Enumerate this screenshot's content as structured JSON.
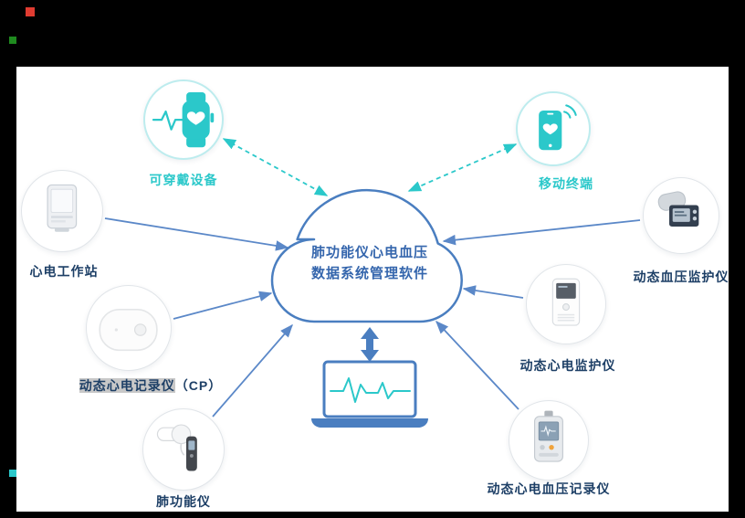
{
  "cloud": {
    "line1": "肺功能仪心电血压",
    "line2": "数据系统管理软件"
  },
  "nodes": {
    "wearable": {
      "label": "可穿戴设备"
    },
    "mobile": {
      "label": "移动终端"
    },
    "ecg_workstation": {
      "label": "心电工作站"
    },
    "holter_recorder": {
      "label_main": "动态心电记录仪",
      "label_suffix": "（CP）"
    },
    "spirometer": {
      "label": "肺功能仪"
    },
    "abp_monitor": {
      "label": "动态血压监护仪"
    },
    "holter_monitor": {
      "label": "动态心电监护仪"
    },
    "ecg_bp_recorder": {
      "label": "动态心电血压记录仪"
    }
  },
  "icons": {
    "wearable": "smartwatch-icon",
    "mobile": "smartphone-icon",
    "center": "cloud-icon",
    "bottom": "laptop-icon"
  },
  "colors": {
    "teal_accent": "#2bc8ca",
    "cloud_blue": "#4a7ec0",
    "link_blue": "#5b88c8",
    "label_navy": "#1d3f66",
    "highlight_gray": "#c8c8c8"
  }
}
